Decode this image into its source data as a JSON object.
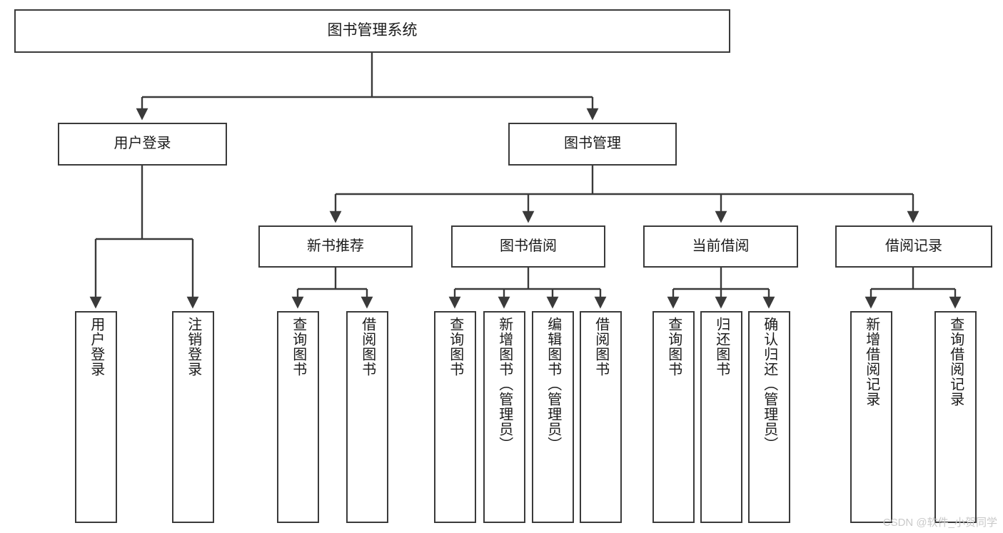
{
  "diagram": {
    "kind": "tree",
    "title": "图书管理系统",
    "watermark": "CSDN @软件_小贺同学",
    "colors": {
      "stroke": "#3a3a3a",
      "box_fill": "#ffffff",
      "text": "#1a1a1a",
      "watermark": "#c9c9c9",
      "background": "#ffffff"
    }
  },
  "nodes": {
    "root": {
      "label": "图书管理系统"
    },
    "level2": [
      {
        "label": "用户登录"
      },
      {
        "label": "图书管理"
      }
    ],
    "level3": [
      {
        "label": "新书推荐"
      },
      {
        "label": "图书借阅"
      },
      {
        "label": "当前借阅"
      },
      {
        "label": "借阅记录"
      }
    ],
    "leaves": {
      "user_login": [
        {
          "label": "用户登录"
        },
        {
          "label": "注销登录"
        }
      ],
      "new_book": [
        {
          "label": "查询图书"
        },
        {
          "label": "借阅图书"
        }
      ],
      "book_borrow": [
        {
          "label": "查询图书"
        },
        {
          "label": "新增图书（管理员）"
        },
        {
          "label": "编辑图书（管理员）"
        },
        {
          "label": "借阅图书"
        }
      ],
      "current_borrow": [
        {
          "label": "查询图书"
        },
        {
          "label": "归还图书"
        },
        {
          "label": "确认归还（管理员）"
        }
      ],
      "borrow_record": [
        {
          "label": "新增借阅记录"
        },
        {
          "label": "查询借阅记录"
        }
      ]
    }
  }
}
